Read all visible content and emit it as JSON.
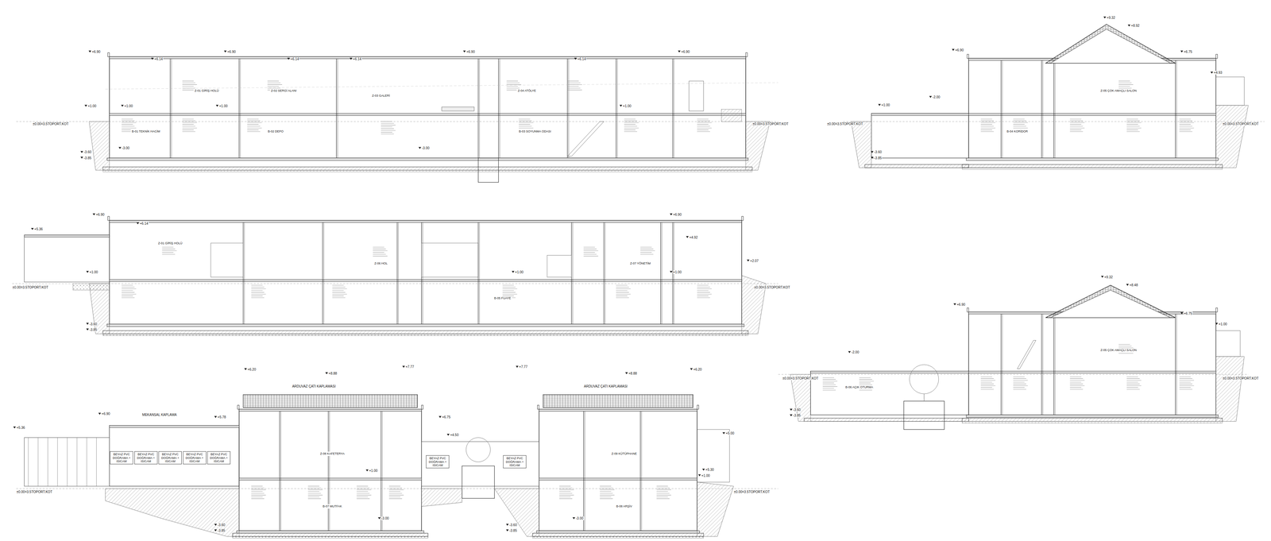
{
  "diagram": {
    "nodes": [
      {
        "text": [
          "Z-01 GİRİŞ HOLÜ"
        ]
      },
      {
        "text": [
          "Z-02 SERGİ ALANI"
        ]
      },
      {
        "text": [
          "Z-03 GALERİ"
        ]
      },
      {
        "text": [
          "Z-04 ATÖLYE"
        ]
      },
      {
        "text": [
          "B-01 TEKNİK HACİM"
        ]
      },
      {
        "text": [
          "B-02 DEPO"
        ]
      },
      {
        "text": [
          "B-03 SOYUNMA ODASI"
        ]
      },
      {
        "text": [
          "Z-05 ÇOK AMAÇLI SALON"
        ]
      },
      {
        "text": [
          "B-04 KORİDOR"
        ]
      },
      {
        "text": [
          "Z-01 GİRİŞ HOLÜ"
        ]
      },
      {
        "text": [
          "Z-06 HOL"
        ]
      },
      {
        "text": [
          "Z-07 YÖNETİM"
        ]
      },
      {
        "text": [
          "B-05 FUAYE"
        ]
      },
      {
        "text": [
          "Z-05 ÇOK AMAÇLI SALON"
        ]
      },
      {
        "text": [
          "B-06 AÇIK OTURMA"
        ]
      },
      {
        "text": [
          "Z-08 KAFETERYA"
        ]
      },
      {
        "text": [
          "Z-09 KÜTÜPHANE"
        ]
      },
      {
        "text": [
          "B-07 MUTFAK"
        ]
      },
      {
        "text": [
          "B-08 ARŞİV"
        ]
      },
      {
        "text": [
          "BEYAZ PVC DOĞRAMA + ISICAM"
        ]
      },
      {
        "text": [
          "BEYAZ PVC DOĞRAMA + ISICAM"
        ]
      },
      {
        "text": [
          "BEYAZ PVC DOĞRAMA + ISICAM"
        ]
      },
      {
        "text": [
          "BEYAZ PVC DOĞRAMA + ISICAM"
        ]
      },
      {
        "text": [
          "BEYAZ PVC DOĞRAMA + ISICAM"
        ]
      },
      {
        "text": [
          "BEYAZ PVC DOĞRAMA + ISICAM"
        ]
      },
      {
        "text": [
          "BEYAZ PVC DOĞRAMA + ISICAM"
        ]
      }
    ],
    "labels": [
      "+6.90",
      "+6.14",
      "+6.90",
      "+6.14",
      "+6.14",
      "+6.90",
      "+6.14",
      "+6.90",
      "+1.00",
      "+1.00",
      "+1.00",
      "+1.00",
      "±0.00=3.5TOPORT.KOT",
      "-3.00",
      "-3.00",
      "-3.60",
      "-3.85",
      "±0.00=3.5TOPORT.KOT",
      "+6.90",
      "+9.32",
      "+8.92",
      "+6.75",
      "+4.93",
      "+1.00",
      "-2.00",
      "±0.00=3.5TOPORT.KOT",
      "±0.00=3.5TOPORT.KOT",
      "-3.60",
      "-3.85",
      "+5.36",
      "+6.90",
      "+6.14",
      "+6.90",
      "+4.92",
      "+2.07",
      "+1.00",
      "+1.00",
      "+1.00",
      "±0.00=3.5TOPORT.KOT",
      "±0.00=3.5TOPORT.KOT",
      "-3.60",
      "-3.85",
      "+6.90",
      "+9.32",
      "+8.48",
      "+6.75",
      "+1.00",
      "-2.00",
      "±0.00=3.5TOPORT.KOT",
      "±0.00=3.5TOPORT.KOT",
      "-3.60",
      "-3.85",
      "+6.90",
      "+5.78",
      "+5.36",
      "+7.77",
      "+7.77",
      "+8.88",
      "+8.88",
      "+6.20",
      "+6.20",
      "+6.75",
      "+4.50",
      "ARDUVAZ ÇATI KAPLAMASI",
      "ARDUVAZ ÇATI KAPLAMASI",
      "MEKANSAL KAPLAMA",
      "+1.00",
      "+1.00",
      "±0.00=3.5TOPORT.KOT",
      "±0.00=3.5TOPORT.KOT",
      "-3.00",
      "-3.00",
      "-3.60",
      "-3.85",
      "-3.60",
      "-3.85",
      "+5.00",
      "+5.30"
    ]
  }
}
